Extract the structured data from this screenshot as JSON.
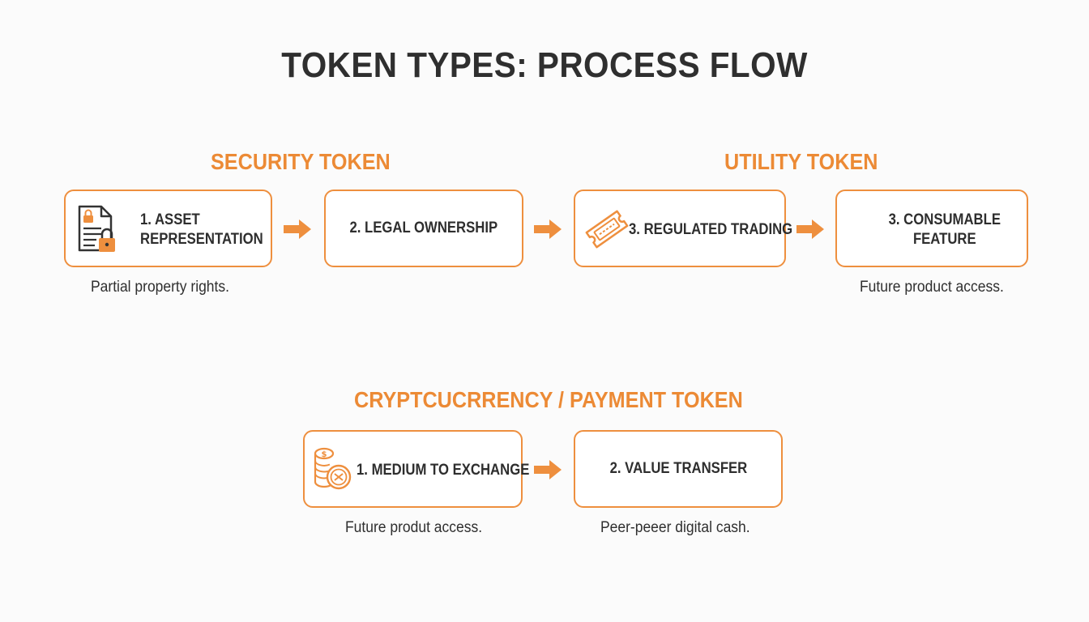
{
  "title": "TOKEN TYPES: PROCESS FLOW",
  "sections": {
    "security": {
      "title": "SECURITY TOKEN"
    },
    "utility": {
      "title": "UTILITY TOKEN"
    },
    "payment": {
      "title": "CRYPTCUCRRENCY / PAYMENT TOKEN"
    }
  },
  "boxes": {
    "asset": {
      "line1": "1. ASSET",
      "line2": "REPRESENTATION",
      "icon": "locked-document-icon"
    },
    "legal": {
      "label": "2. LEGAL OWNERSHIP"
    },
    "trading": {
      "label": "3. REGULATED TRADING",
      "icon": "ticket-icon"
    },
    "consumable": {
      "line1": "3. CONSUMABLE",
      "line2": "FEATURE"
    },
    "medium": {
      "label": "1. MEDIUM TO EXCHANGE",
      "icon": "coin-stack-icon"
    },
    "transfer": {
      "label": "2. VALUE TRANSFER"
    }
  },
  "notes": {
    "partial": "Partial property rights.",
    "future_product": "Future product access.",
    "future_produt": "Future produt access.",
    "peer": "Peer-peeer digital cash."
  },
  "colors": {
    "accent": "#ee8f3e",
    "text": "#2e2e2e"
  }
}
